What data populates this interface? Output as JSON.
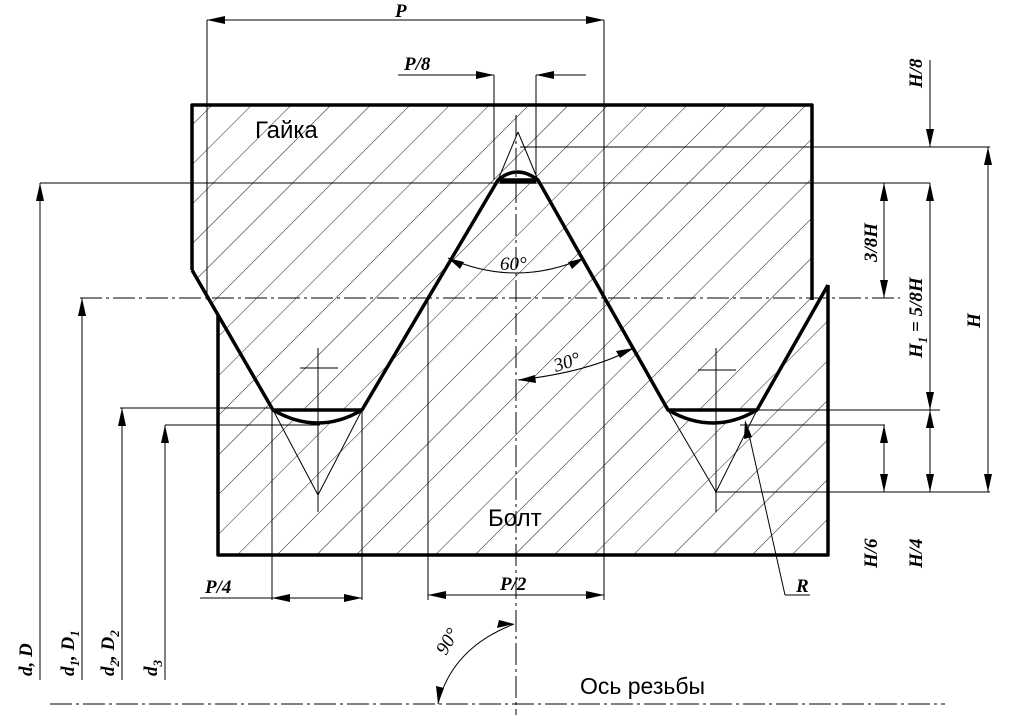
{
  "parts": {
    "nut": "Гайка",
    "bolt": "Болт"
  },
  "axis_title": "Ось резьбы",
  "dimensions": {
    "pitch": "P",
    "pitch_8": "P/8",
    "pitch_4": "P/4",
    "pitch_2": "P/2",
    "h_8": "H/8",
    "h_3_8": "3/8H",
    "h1_pre": "H",
    "h1_sub": "1",
    "h1_post": " = 5/8H",
    "h": "H",
    "h_6": "H/6",
    "h_4": "H/4",
    "radius": "R"
  },
  "angles": {
    "profile": "60°",
    "half_profile": "30°",
    "axis": "90°"
  },
  "diameters": {
    "major_pre": "d, D",
    "minor_a": "d",
    "minor_a_sub": "1",
    "minor_sep": ", D",
    "minor_b_sub": "1",
    "pitch_a": "d",
    "pitch_a_sub": "2",
    "pitch_sep": ", D",
    "pitch_b_sub": "2",
    "root": "d",
    "root_sub": "3"
  }
}
